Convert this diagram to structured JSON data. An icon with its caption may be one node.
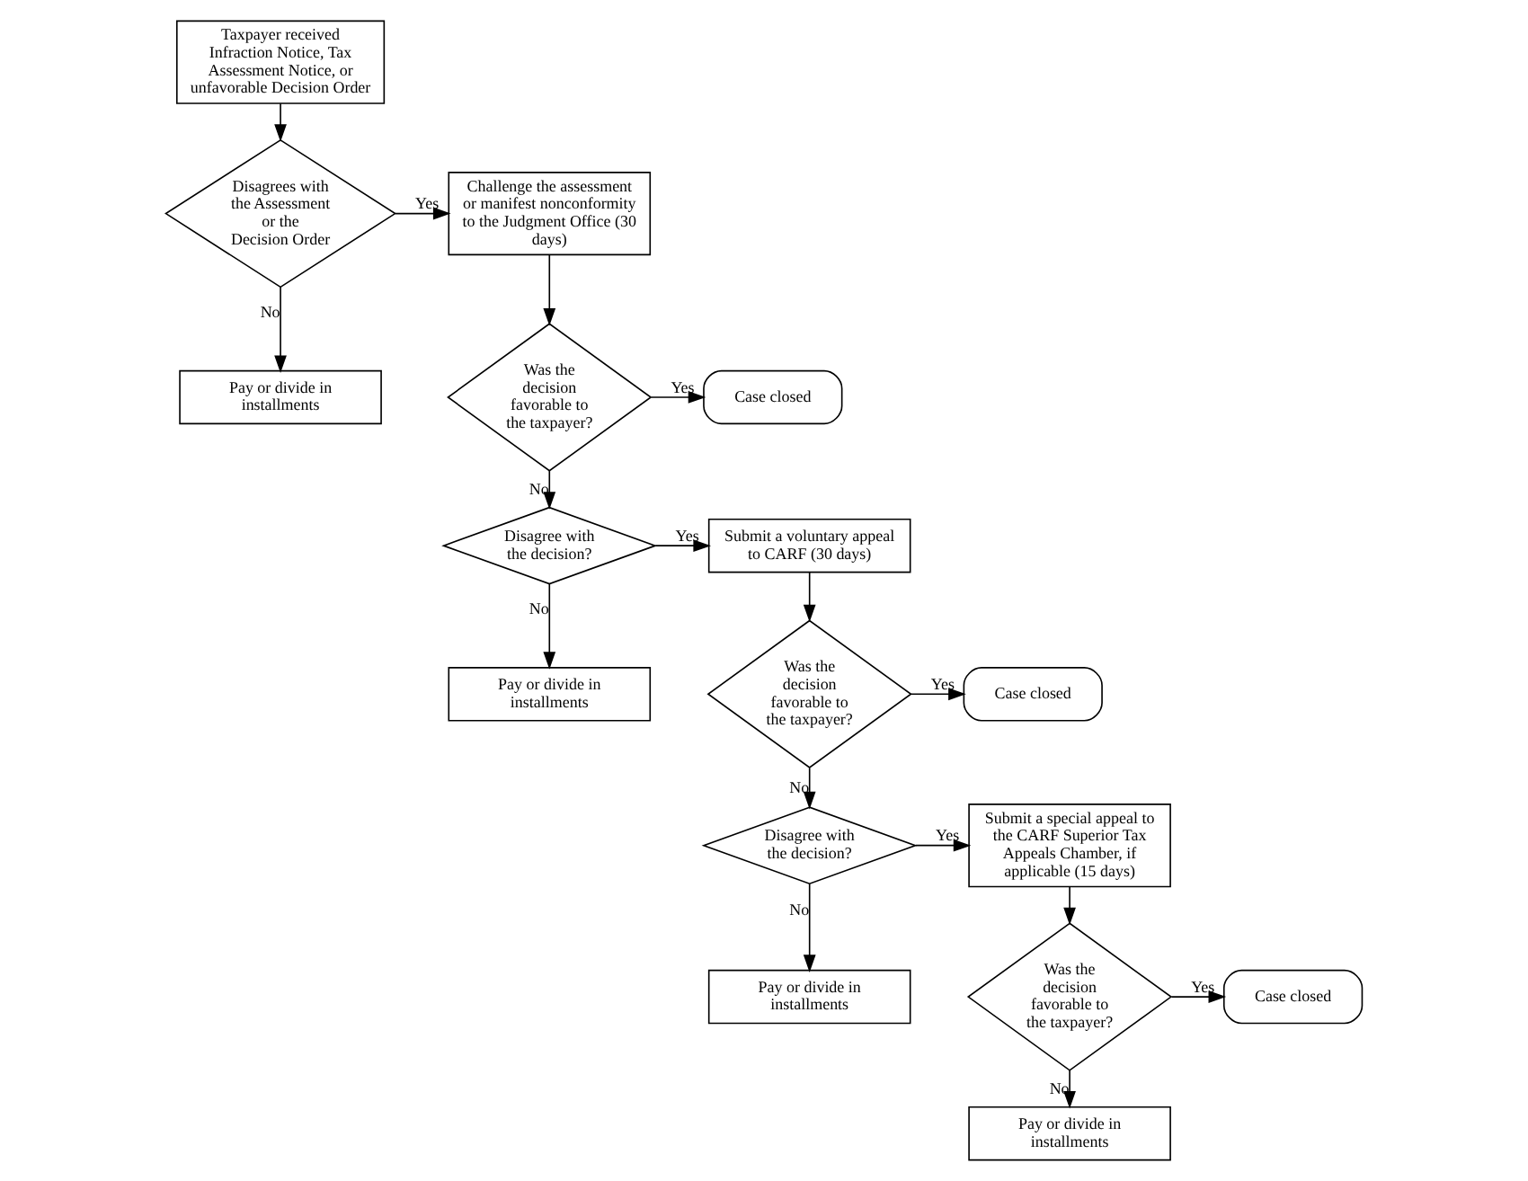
{
  "diagram": {
    "nodes": [
      {
        "text": [
          "Taxpayer received Infraction Notice, Tax Assessment Notice, or unfavorable Decision Order"
        ]
      },
      {
        "text": [
          "Disagrees with the Assessment or the Decision Order"
        ]
      },
      {
        "text": [
          "Challenge the assessment or manifest nonconformity to the Judgment Office (30 days)"
        ]
      },
      {
        "text": [
          "Pay or divide in installments"
        ]
      },
      {
        "text": [
          "Was the decision favorable to the taxpayer?"
        ]
      },
      {
        "text": [
          "Case closed"
        ]
      },
      {
        "text": [
          "Disagree with the decision?"
        ]
      },
      {
        "text": [
          "Submit a voluntary appeal to CARF (30 days)"
        ]
      },
      {
        "text": [
          "Pay or divide in installments"
        ]
      },
      {
        "text": [
          "Was the decision favorable to the taxpayer?"
        ]
      },
      {
        "text": [
          "Case closed"
        ]
      },
      {
        "text": [
          "Disagree with the decision?"
        ]
      },
      {
        "text": [
          "Submit a special appeal to the CARF Superior Tax Appeals Chamber, if applicable (15 days)"
        ]
      },
      {
        "text": [
          "Pay or divide in installments"
        ]
      },
      {
        "text": [
          "Was the decision favorable to the taxpayer?"
        ]
      },
      {
        "text": [
          "Case closed"
        ]
      },
      {
        "text": [
          "Pay or divide in installments"
        ]
      }
    ],
    "edges": [
      {
        "from": 0,
        "to": 1,
        "arrow": "to"
      },
      {
        "from": 1,
        "to": 2,
        "arrow": "to",
        "label": "Yes"
      },
      {
        "from": 1,
        "to": 3,
        "arrow": "to",
        "label": "No"
      },
      {
        "from": 2,
        "to": 4,
        "arrow": "to"
      },
      {
        "from": 4,
        "to": 5,
        "arrow": "to",
        "label": "Yes"
      },
      {
        "from": 4,
        "to": 6,
        "arrow": "to",
        "label": "No"
      },
      {
        "from": 6,
        "to": 7,
        "arrow": "to",
        "label": "Yes"
      },
      {
        "from": 6,
        "to": 8,
        "arrow": "to",
        "label": "No"
      },
      {
        "from": 7,
        "to": 9,
        "arrow": "to"
      },
      {
        "from": 9,
        "to": 10,
        "arrow": "to",
        "label": "Yes"
      },
      {
        "from": 9,
        "to": 11,
        "arrow": "to",
        "label": "No"
      },
      {
        "from": 11,
        "to": 12,
        "arrow": "to",
        "label": "Yes"
      },
      {
        "from": 11,
        "to": 13,
        "arrow": "to",
        "label": "No"
      },
      {
        "from": 12,
        "to": 14,
        "arrow": "to"
      },
      {
        "from": 14,
        "to": 15,
        "arrow": "to",
        "label": "Yes"
      },
      {
        "from": 14,
        "to": 16,
        "arrow": "to",
        "label": "No"
      }
    ]
  }
}
